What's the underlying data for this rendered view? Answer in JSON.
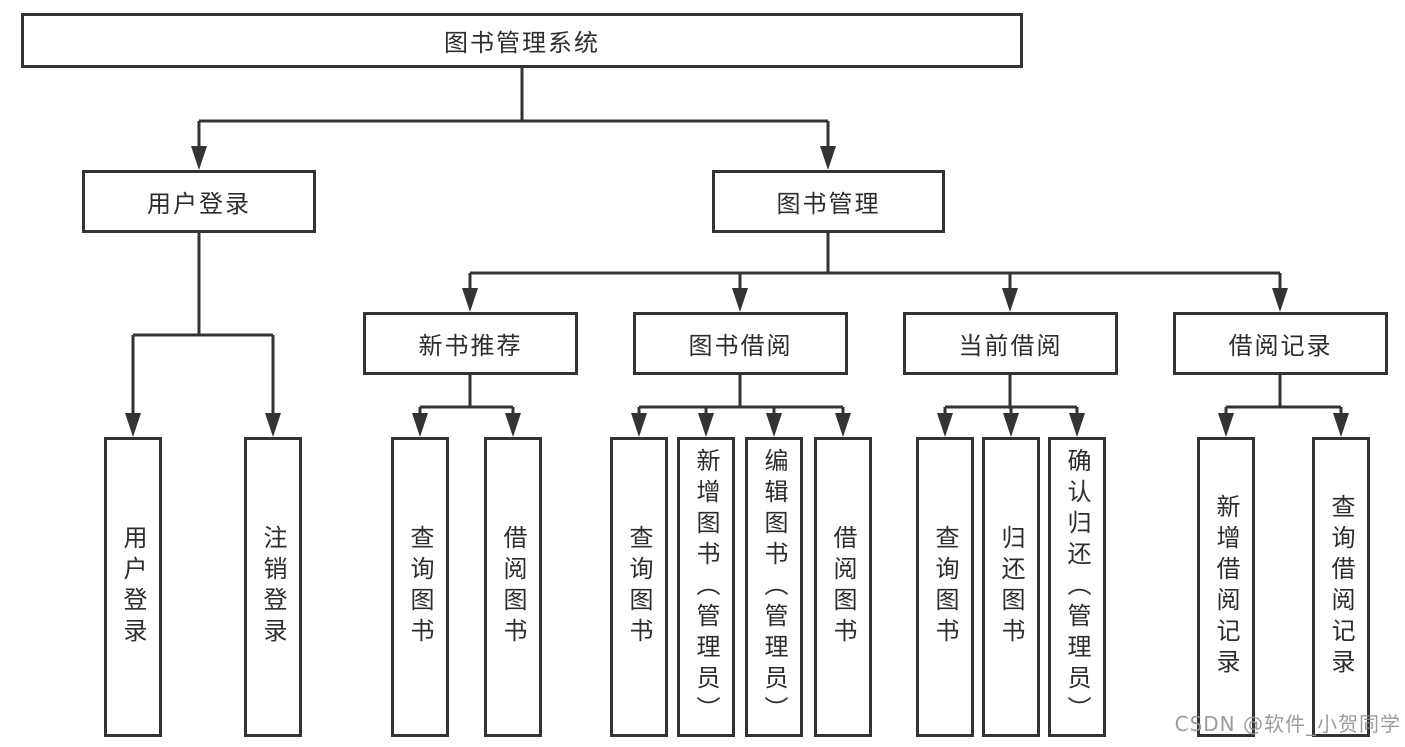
{
  "diagram_title": "图书管理系统",
  "colors": {
    "line": "#333333",
    "box_border": "#333333",
    "text": "#2d2d2d",
    "watermark": "#919191",
    "background": "#ffffff"
  },
  "nodes": {
    "root": {
      "label": "图书管理系统"
    },
    "level2": [
      {
        "label": "用户登录"
      },
      {
        "label": "图书管理"
      }
    ],
    "level3": [
      {
        "label": "新书推荐",
        "parent": "图书管理"
      },
      {
        "label": "图书借阅",
        "parent": "图书管理"
      },
      {
        "label": "当前借阅",
        "parent": "图书管理"
      },
      {
        "label": "借阅记录",
        "parent": "图书管理"
      }
    ],
    "leaves": [
      {
        "label": "用户登录",
        "parent": "用户登录"
      },
      {
        "label": "注销登录",
        "parent": "用户登录"
      },
      {
        "label": "查询图书",
        "parent": "新书推荐"
      },
      {
        "label": "借阅图书",
        "parent": "新书推荐"
      },
      {
        "label": "查询图书",
        "parent": "图书借阅"
      },
      {
        "label": "新增图书（管理员）",
        "parent": "图书借阅"
      },
      {
        "label": "编辑图书（管理员）",
        "parent": "图书借阅"
      },
      {
        "label": "借阅图书",
        "parent": "图书借阅"
      },
      {
        "label": "查询图书",
        "parent": "当前借阅"
      },
      {
        "label": "归还图书",
        "parent": "当前借阅"
      },
      {
        "label": "确认归还（管理员）",
        "parent": "当前借阅"
      },
      {
        "label": "新增借阅记录",
        "parent": "借阅记录"
      },
      {
        "label": "查询借阅记录",
        "parent": "借阅记录"
      }
    ]
  },
  "watermark": "CSDN @软件_小贺同学"
}
